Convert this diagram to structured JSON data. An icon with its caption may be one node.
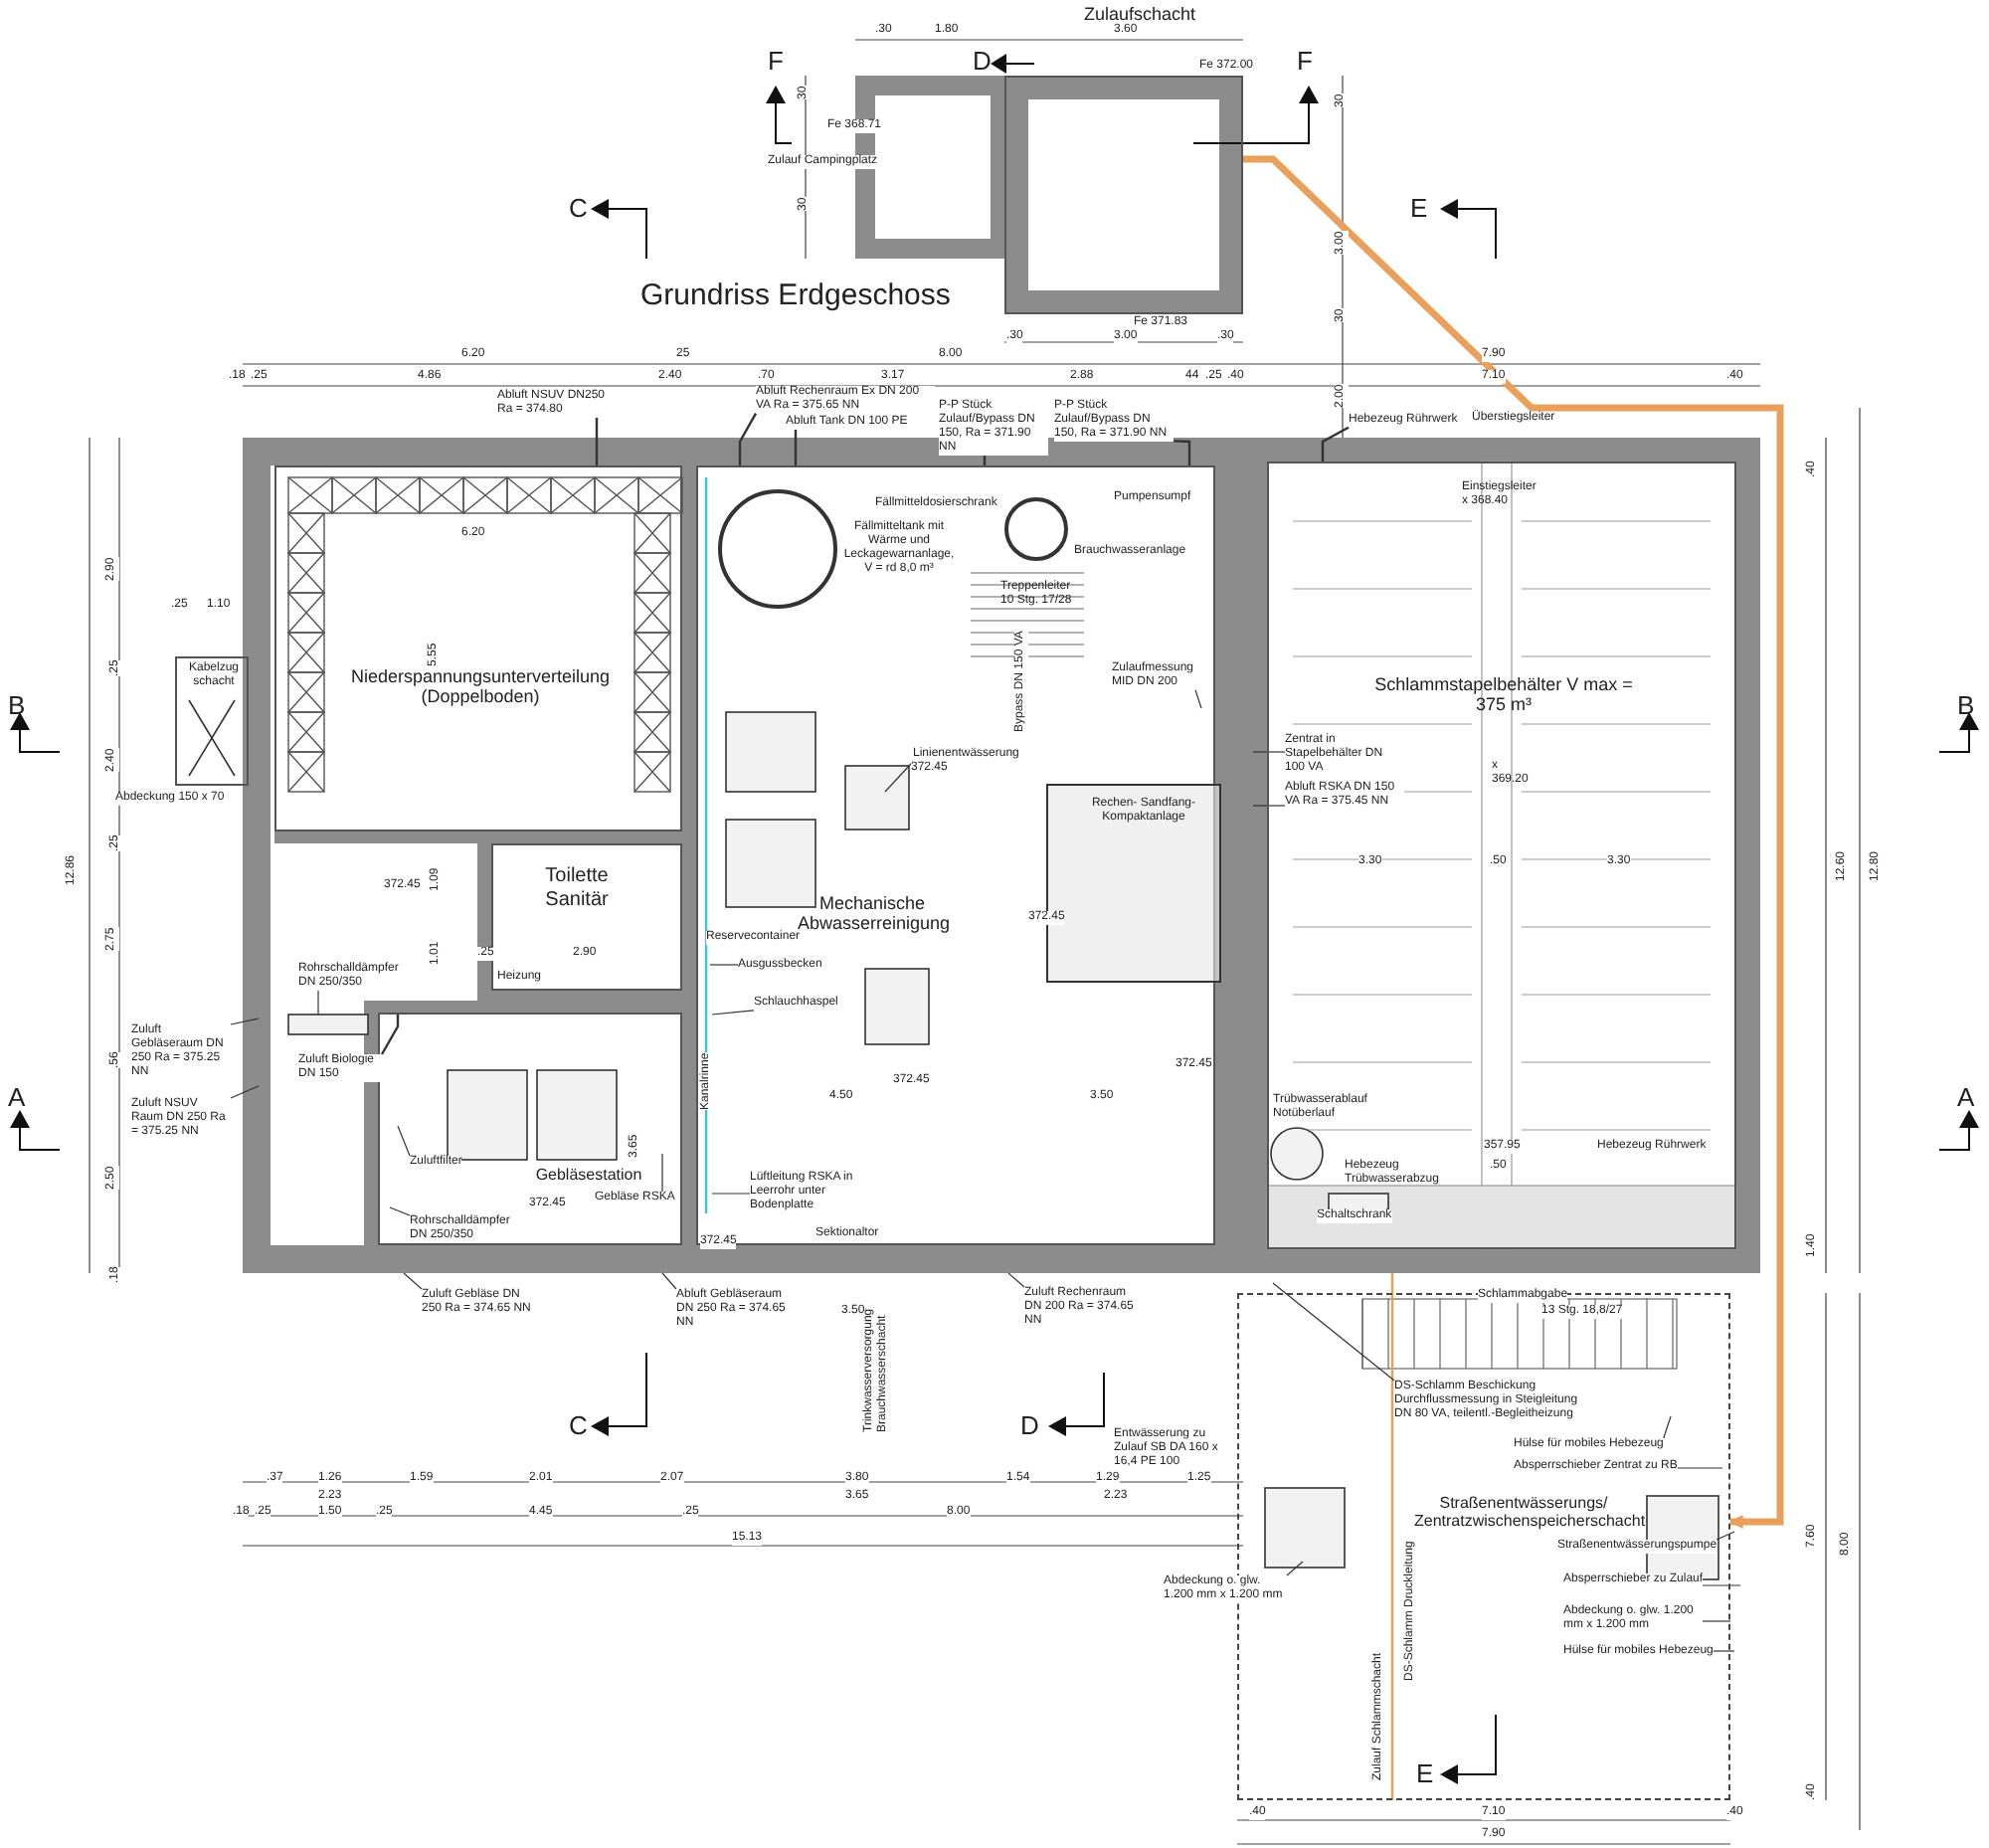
{
  "diagram": {
    "title": "Grundriss Erdgeschoss",
    "nodes": [
      {
        "text": [
          "Zulaufschacht"
        ]
      },
      {
        "text": [
          "Niederspannungsunterverteilung (Doppelboden)"
        ]
      },
      {
        "text": [
          "Toilette Sanitär"
        ]
      },
      {
        "text": [
          "Gebläsestation"
        ]
      },
      {
        "text": [
          "Mechanische Abwasserreinigung"
        ]
      },
      {
        "text": [
          "Rechen- Sandfang- Kompaktanlage"
        ],
        "in": 4
      },
      {
        "text": [],
        "shape": "circle",
        "in": 4,
        "beside": [
          "Fällmitteltank mit Wärme und Leckagewarnanlage, V = rd 8,0 m³"
        ]
      },
      {
        "text": [],
        "shape": "circle",
        "in": 4,
        "beside": [
          "Brauchwasseranlage"
        ]
      },
      {
        "text": [
          "Schlammstapelbehälter V max = 375 m³"
        ]
      },
      {
        "text": [
          "Kabelzug schacht"
        ]
      },
      {
        "text": [
          "Straßenentwässerungs/ Zentratzwischenspeicherschacht"
        ]
      },
      {
        "text": [
          "Abluft NSUV DN250 Ra = 374.80"
        ]
      },
      {
        "text": [
          "Abluft Rechenraum Ex DN 200 VA Ra = 375.65 NN"
        ]
      },
      {
        "text": [
          "Abluft Tank DN 100 PE"
        ]
      },
      {
        "text": [
          "P-P Stück Zulauf/Bypass DN 150, Ra = 371.90 NN"
        ]
      },
      {
        "text": [
          "P-P Stück Zulauf/Bypass DN 150, Ra = 371.90 NN"
        ]
      },
      {
        "text": [
          "Hebezeug Rührwerk"
        ]
      },
      {
        "text": [
          "Rohrschalldämpfer DN 250/350"
        ]
      },
      {
        "text": [
          "Zuluft Biologie DN 150"
        ]
      },
      {
        "text": [
          "Zuluft Gebläseraum DN 250 Ra = 375.25 NN"
        ]
      },
      {
        "text": [
          "Zuluft NSUV Raum DN 250 Ra = 375.25 NN"
        ]
      },
      {
        "text": [
          "Zuluftfilter"
        ],
        "in": 3
      },
      {
        "text": [
          "Gebläse RSKA"
        ],
        "in": 3
      },
      {
        "text": [
          "Rohrschalldämpfer DN 250/350"
        ],
        "in": 3
      },
      {
        "text": [
          "Ausgussbecken"
        ],
        "in": 4
      },
      {
        "text": [
          "Schlauchhaspel"
        ],
        "in": 4
      },
      {
        "text": [
          "Lüftleitung RSKA in Leerrohr unter Bodenplatte"
        ],
        "in": 4
      },
      {
        "text": [
          "Linienentwässerung"
        ],
        "in": 4
      },
      {
        "text": [
          "Zulaufmessung MID DN 200"
        ],
        "in": 4
      },
      {
        "text": [
          "Zentrat in Stapelbehälter DN 100 VA"
        ],
        "in": 8
      },
      {
        "text": [
          "Abluft RSKA DN 150 VA Ra = 375.45 NN"
        ],
        "in": 8
      },
      {
        "text": [
          "Zuluft Gebläse DN 250 Ra = 374.65 NN"
        ]
      },
      {
        "text": [
          "Abluft Gebläseraum DN 250 Ra = 374.65 NN"
        ]
      },
      {
        "text": [
          "Zuluft Rechenraum DN 200 Ra = 374.65 NN"
        ]
      },
      {
        "text": [
          "DS-Schlamm Beschickung Durchflussmessung in Steigleitung DN 80 VA, teilentl.-Begleitheizung"
        ],
        "in": 10
      },
      {
        "text": [
          "Hülse für mobiles Hebezeug"
        ],
        "in": 10
      },
      {
        "text": [
          "Absperrschieber Zentrat zu RB"
        ],
        "in": 10
      },
      {
        "text": [
          "Straßenentwässerungspumpe"
        ],
        "in": 10
      },
      {
        "text": [
          "Absperrschieber zu Zulauf"
        ],
        "in": 10
      },
      {
        "text": [
          "Abdeckung o. glw. 1.200 mm x 1.200 mm"
        ]
      },
      {
        "text": [
          "Abdeckung o. glw. 1.200 mm x 1.200 mm"
        ],
        "in": 10
      },
      {
        "text": [
          "Hülse für mobiles Hebezeug"
        ],
        "in": 10
      }
    ],
    "edges": [
      {
        "from": 0,
        "to": 10,
        "arrow": "to",
        "color": "#e8a05c",
        "style": "thick"
      },
      {
        "from": 11,
        "to": 1,
        "arrow": "none"
      },
      {
        "from": 12,
        "to": 4,
        "arrow": "none"
      },
      {
        "from": 13,
        "to": 4,
        "arrow": "none"
      },
      {
        "from": 14,
        "to": 4,
        "arrow": "none"
      },
      {
        "from": 15,
        "to": 4,
        "arrow": "none"
      },
      {
        "from": 16,
        "to": 8,
        "arrow": "none"
      },
      {
        "from": 17,
        "to": null,
        "arrow": "none"
      },
      {
        "from": 18,
        "to": 3,
        "arrow": "none"
      },
      {
        "from": 19,
        "to": null,
        "arrow": "none"
      },
      {
        "from": 20,
        "to": null,
        "arrow": "none"
      },
      {
        "from": 21,
        "to": null,
        "arrow": "none"
      },
      {
        "from": 22,
        "to": null,
        "arrow": "none"
      },
      {
        "from": 23,
        "to": null,
        "arrow": "none"
      },
      {
        "from": 24,
        "to": null,
        "arrow": "none"
      },
      {
        "from": 25,
        "to": null,
        "arrow": "none"
      },
      {
        "from": 26,
        "to": null,
        "arrow": "none"
      },
      {
        "from": 27,
        "to": null,
        "arrow": "none"
      },
      {
        "from": 28,
        "to": null,
        "arrow": "none"
      },
      {
        "from": 29,
        "to": null,
        "arrow": "none"
      },
      {
        "from": 30,
        "to": null,
        "arrow": "none"
      },
      {
        "from": 31,
        "to": null,
        "arrow": "none"
      },
      {
        "from": 32,
        "to": null,
        "arrow": "none"
      },
      {
        "from": 33,
        "to": null,
        "arrow": "none"
      },
      {
        "from": 34,
        "to": null,
        "arrow": "none"
      },
      {
        "from": 35,
        "to": null,
        "arrow": "none"
      },
      {
        "from": 36,
        "to": null,
        "arrow": "none"
      },
      {
        "from": 37,
        "to": null,
        "arrow": "none"
      },
      {
        "from": 38,
        "to": null,
        "arrow": "none"
      },
      {
        "from": 39,
        "to": null,
        "arrow": "none"
      },
      {
        "from": 40,
        "to": null,
        "arrow": "none"
      },
      {
        "from": 41,
        "to": null,
        "arrow": "none"
      }
    ],
    "labels": [
      "F",
      "D",
      "F",
      ".30",
      "1.80",
      "3.60",
      "Fe 372.00",
      "30",
      "Fe 368.71",
      "Zulauf Campingplatz",
      "30",
      "30",
      "C",
      "E",
      "3.00",
      "Fe 371.83",
      "30",
      ".30",
      "3.00",
      ".30",
      "6.20",
      "25",
      "8.00",
      "7.90",
      "2.00",
      ".18",
      ".25",
      "4.86",
      "2.40",
      ".70",
      "3.17",
      "2.88",
      "44",
      ".25",
      ".40",
      "7.10",
      ".40",
      "Überstiegsleiter",
      ".40",
      "Einstiegsleiter x 368.40",
      "Fällmitteldosierschrank",
      "Pumpensumpf",
      "6.20",
      "Treppenleiter 10 Stg. 17/28",
      "2.90",
      ".25",
      "1.10",
      ".25",
      "5.55",
      "Bypass DN 150 VA",
      "372.45",
      "B",
      "B",
      "2.40",
      "x 369.20",
      "Abdeckung 150 x 70",
      ".25",
      "12.86",
      "3.30",
      ".50",
      "3.30",
      "12.60",
      "12.80",
      "372.45",
      "1.09",
      "Reservecontainer",
      "372.45",
      "2.75",
      "1.01",
      ".25",
      "2.90",
      "Heizung",
      ".56",
      "372.45",
      "Kanalrinne",
      "372.45",
      "4.50",
      "3.50",
      "A",
      "A",
      "Trübwasserablauf Notüberlauf",
      "3.65",
      "357.95",
      "Hebezeug Rührwerk",
      "2.50",
      "Hebezeug Trübwasserabzug",
      ".50",
      "372.45",
      "Schaltschrank",
      "Sektionaltor",
      "372.45",
      "1.40",
      ".18",
      "Schlammabgabe",
      "3.50",
      "13 Stg. 18,8/27",
      "C",
      "Trinkwasserversorgung Brauchwasserschacht",
      "D",
      "Entwässerung zu Zulauf SB DA 160 x 16,4 PE 100",
      ".37",
      "1.26",
      "1.59",
      "2.01",
      "2.07",
      "3.80",
      "1.54",
      "1.29",
      "1.25",
      "2.23",
      "3.65",
      "2.23",
      ".18",
      ".25",
      "1.50",
      ".25",
      "4.45",
      ".25",
      "8.00",
      "15.13",
      "7.60",
      "8.00",
      "DS-Schlamm Druckleitung",
      "Zulauf Schlammschacht",
      "E",
      ".40",
      ".40",
      "7.10",
      ".40",
      "7.90"
    ]
  }
}
